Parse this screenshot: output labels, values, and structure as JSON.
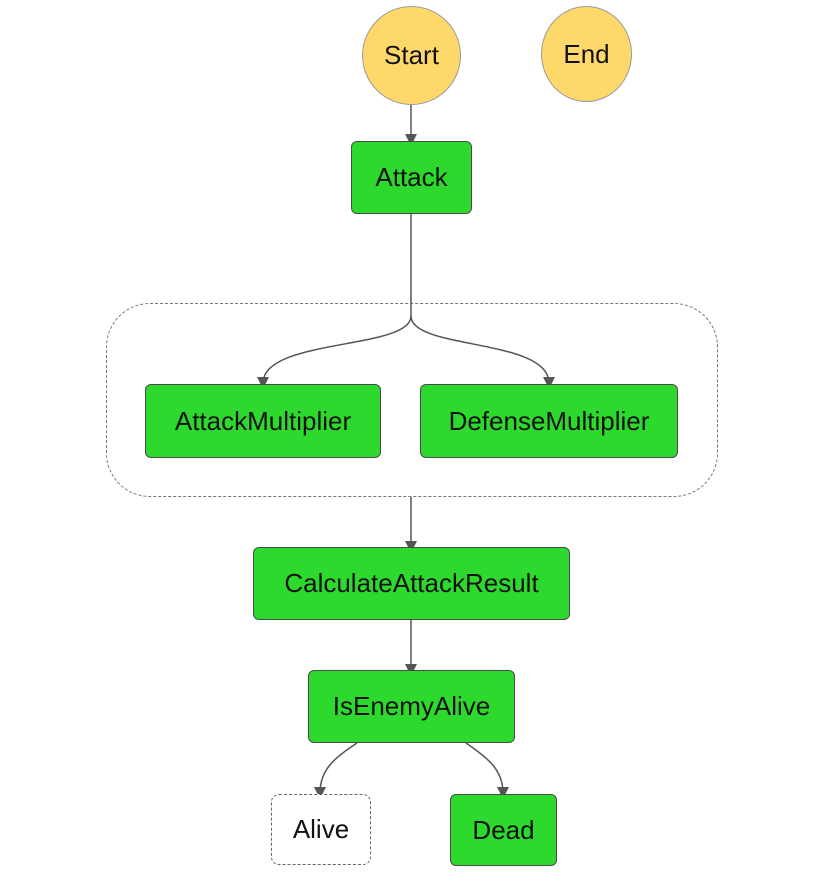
{
  "colors": {
    "terminal_fill": "#ffd86b",
    "task_fill": "#2ed92e",
    "pass_fill": "#ffffff",
    "edge": "#555555"
  },
  "nodes": {
    "start": {
      "label": "Start",
      "kind": "terminal"
    },
    "end": {
      "label": "End",
      "kind": "terminal"
    },
    "attack": {
      "label": "Attack",
      "kind": "task"
    },
    "attack_multiplier": {
      "label": "AttackMultiplier",
      "kind": "task"
    },
    "defense_multiplier": {
      "label": "DefenseMultiplier",
      "kind": "task"
    },
    "calculate_attack_result": {
      "label": "CalculateAttackResult",
      "kind": "task"
    },
    "is_enemy_alive": {
      "label": "IsEnemyAlive",
      "kind": "choice"
    },
    "alive": {
      "label": "Alive",
      "kind": "pass"
    },
    "dead": {
      "label": "Dead",
      "kind": "task"
    }
  },
  "edges": [
    {
      "from": "start",
      "to": "attack"
    },
    {
      "from": "attack",
      "to": "attack_multiplier"
    },
    {
      "from": "attack",
      "to": "defense_multiplier"
    },
    {
      "from": "parallel_group",
      "to": "calculate_attack_result"
    },
    {
      "from": "calculate_attack_result",
      "to": "is_enemy_alive"
    },
    {
      "from": "is_enemy_alive",
      "to": "alive"
    },
    {
      "from": "is_enemy_alive",
      "to": "dead"
    }
  ]
}
